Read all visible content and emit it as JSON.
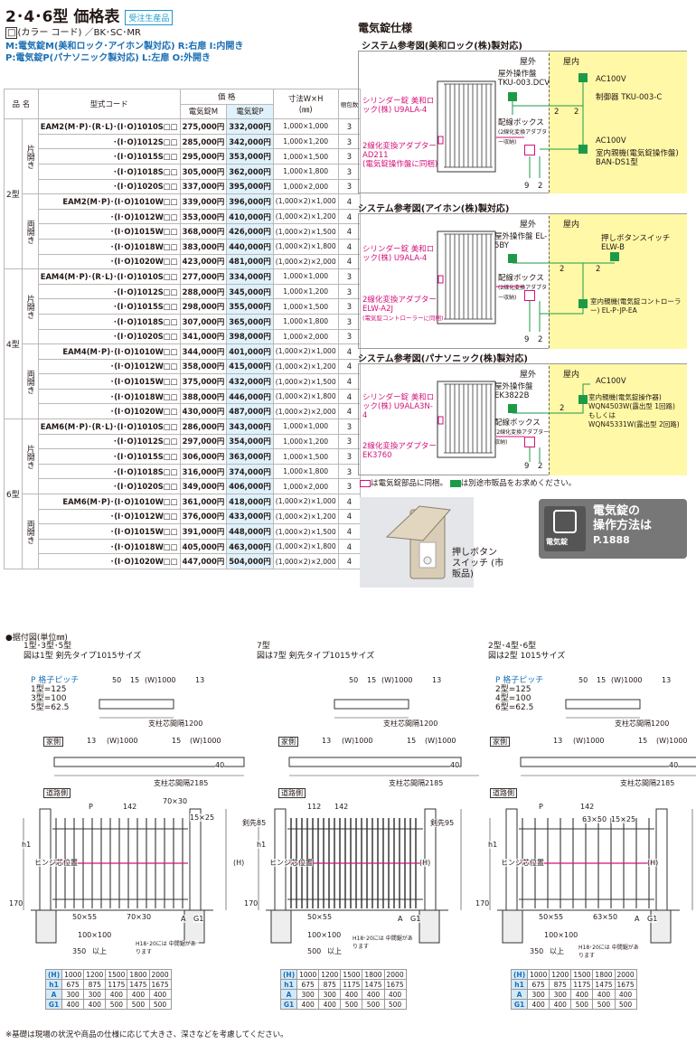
{
  "header": {
    "title": "2･4･6型 価格表",
    "badge": "受注生産品",
    "color_line": "(カラー コード) ／BK･SC･MR",
    "line_m": "M:電気錠M(美和ロック･アイホン製対応)",
    "line_r": "R:右扉",
    "line_i": "I:内開き",
    "line_p": "P:電気錠P(パナソニック製対応)",
    "line_l": "L:左扉",
    "line_o": "O:外開き"
  },
  "table": {
    "col_item": "品 名",
    "col_code": "型式コード",
    "col_price": "価 格",
    "col_price_m": "電気錠M",
    "col_price_p": "電気錠P",
    "col_size": "寸法W×H",
    "col_size_unit": "(㎜)",
    "col_qty": "梱包数",
    "groups": [
      {
        "type": "2型",
        "rows": [
          {
            "open": "片開き",
            "code": "EAM2(M･P)･(R･L)･(I･O)1010S□□",
            "pm": "275,000円",
            "pp": "332,000円",
            "size": "1,000×1,000",
            "qty": "3"
          },
          {
            "code": "･(I･O)1012S□□",
            "pm": "285,000円",
            "pp": "342,000円",
            "size": "1,000×1,200",
            "qty": "3"
          },
          {
            "code": "･(I･O)1015S□□",
            "pm": "295,000円",
            "pp": "353,000円",
            "size": "1,000×1,500",
            "qty": "3"
          },
          {
            "code": "･(I･O)1018S□□",
            "pm": "305,000円",
            "pp": "362,000円",
            "size": "1,000×1,800",
            "qty": "3"
          },
          {
            "code": "･(I･O)1020S□□",
            "pm": "337,000円",
            "pp": "395,000円",
            "size": "1,000×2,000",
            "qty": "3"
          },
          {
            "open": "両開き",
            "code": "EAM2(M･P)･(I･O)1010W□□",
            "pm": "339,000円",
            "pp": "396,000円",
            "size": "(1,000×2)×1,000",
            "qty": "4"
          },
          {
            "code": "･(I･O)1012W□□",
            "pm": "353,000円",
            "pp": "410,000円",
            "size": "(1,000×2)×1,200",
            "qty": "4"
          },
          {
            "code": "･(I･O)1015W□□",
            "pm": "368,000円",
            "pp": "426,000円",
            "size": "(1,000×2)×1,500",
            "qty": "4"
          },
          {
            "code": "･(I･O)1018W□□",
            "pm": "383,000円",
            "pp": "440,000円",
            "size": "(1,000×2)×1,800",
            "qty": "4"
          },
          {
            "code": "･(I･O)1020W□□",
            "pm": "423,000円",
            "pp": "481,000円",
            "size": "(1,000×2)×2,000",
            "qty": "4"
          }
        ]
      },
      {
        "type": "4型",
        "rows": [
          {
            "open": "片開き",
            "code": "EAM4(M･P)･(R･L)･(I･O)1010S□□",
            "pm": "277,000円",
            "pp": "334,000円",
            "size": "1,000×1,000",
            "qty": "3"
          },
          {
            "code": "･(I･O)1012S□□",
            "pm": "288,000円",
            "pp": "345,000円",
            "size": "1,000×1,200",
            "qty": "3"
          },
          {
            "code": "･(I･O)1015S□□",
            "pm": "298,000円",
            "pp": "355,000円",
            "size": "1,000×1,500",
            "qty": "3"
          },
          {
            "code": "･(I･O)1018S□□",
            "pm": "307,000円",
            "pp": "365,000円",
            "size": "1,000×1,800",
            "qty": "3"
          },
          {
            "code": "･(I･O)1020S□□",
            "pm": "341,000円",
            "pp": "398,000円",
            "size": "1,000×2,000",
            "qty": "3"
          },
          {
            "open": "両開き",
            "code": "EAM4(M･P)･(I･O)1010W□□",
            "pm": "344,000円",
            "pp": "401,000円",
            "size": "(1,000×2)×1,000",
            "qty": "4"
          },
          {
            "code": "･(I･O)1012W□□",
            "pm": "358,000円",
            "pp": "415,000円",
            "size": "(1,000×2)×1,200",
            "qty": "4"
          },
          {
            "code": "･(I･O)1015W□□",
            "pm": "375,000円",
            "pp": "432,000円",
            "size": "(1,000×2)×1,500",
            "qty": "4"
          },
          {
            "code": "･(I･O)1018W□□",
            "pm": "388,000円",
            "pp": "446,000円",
            "size": "(1,000×2)×1,800",
            "qty": "4"
          },
          {
            "code": "･(I･O)1020W□□",
            "pm": "430,000円",
            "pp": "487,000円",
            "size": "(1,000×2)×2,000",
            "qty": "4"
          }
        ]
      },
      {
        "type": "6型",
        "rows": [
          {
            "open": "片開き",
            "code": "EAM6(M･P)･(R･L)･(I･O)1010S□□",
            "pm": "286,000円",
            "pp": "343,000円",
            "size": "1,000×1,000",
            "qty": "3"
          },
          {
            "code": "･(I･O)1012S□□",
            "pm": "297,000円",
            "pp": "354,000円",
            "size": "1,000×1,200",
            "qty": "3"
          },
          {
            "code": "･(I･O)1015S□□",
            "pm": "306,000円",
            "pp": "363,000円",
            "size": "1,000×1,500",
            "qty": "3"
          },
          {
            "code": "･(I･O)1018S□□",
            "pm": "316,000円",
            "pp": "374,000円",
            "size": "1,000×1,800",
            "qty": "3"
          },
          {
            "code": "･(I･O)1020S□□",
            "pm": "349,000円",
            "pp": "406,000円",
            "size": "1,000×2,000",
            "qty": "3"
          },
          {
            "open": "両開き",
            "code": "EAM6(M･P)･(I･O)1010W□□",
            "pm": "361,000円",
            "pp": "418,000円",
            "size": "(1,000×2)×1,000",
            "qty": "4"
          },
          {
            "code": "･(I･O)1012W□□",
            "pm": "376,000円",
            "pp": "433,000円",
            "size": "(1,000×2)×1,200",
            "qty": "4"
          },
          {
            "code": "･(I･O)1015W□□",
            "pm": "391,000円",
            "pp": "448,000円",
            "size": "(1,000×2)×1,500",
            "qty": "4"
          },
          {
            "code": "･(I･O)1018W□□",
            "pm": "405,000円",
            "pp": "463,000円",
            "size": "(1,000×2)×1,800",
            "qty": "4"
          },
          {
            "code": "･(I･O)1020W□□",
            "pm": "447,000円",
            "pp": "504,000円",
            "size": "(1,000×2)×2,000",
            "qty": "4"
          }
        ]
      }
    ]
  },
  "spec": {
    "title": "電気錠仕様",
    "outside": "屋外",
    "inside": "屋内",
    "sys1": {
      "title": "システム参考図(美和ロック(株)製対応)",
      "cyl": "シリンダー錠 美和ロック(株) U9ALA-4",
      "panel": "屋外操作盤 TKU-003.DCV",
      "ac1": "AC100V",
      "ctrl": "制御器 TKU-003-C",
      "ac2": "AC100V",
      "indoor": "室内親機(電気錠操作盤) BAN-DS1型",
      "box": "配線ボックス",
      "box_note": "(2線化変換アダプター収納)",
      "adapter": "2線化変換アダプター AD211",
      "adapter_note": "(電気錠操作盤に同梱)",
      "n2a": "2",
      "n2b": "2",
      "n9": "9",
      "n2c": "2"
    },
    "sys2": {
      "title": "システム参考図(アイホン(株)製対応)",
      "panel": "屋外操作盤 EL-5BY",
      "push": "押しボタンスイッチ ELW-B",
      "cyl": "シリンダー錠 美和ロック(株) U9ALA-4",
      "box": "配線ボックス",
      "box_note": "(2線化変換アダプター収納)",
      "adapter": "2線化変換アダプター ELW-A2J",
      "adapter_note": "(電気錠コントローラーに同梱)",
      "indoor": "室内親機(電気錠コントローラー) EL-P･JP-EA",
      "n2a": "2",
      "n2b": "2",
      "n9": "9",
      "n2c": "2"
    },
    "sys3": {
      "title": "システム参考図(パナソニック(株)製対応)",
      "panel": "屋外操作盤 EK3822B",
      "ac": "AC100V",
      "cyl": "シリンダー錠 美和ロック(株) U9ALA3N-4",
      "indoor": "室内親機(電気錠操作器) WQN4503W(露出型 1回路)",
      "or": "もしくは",
      "indoor2": "WQN45331W(露出型 2回路)",
      "box": "配線ボックス",
      "box_note": "(2線化変換アダプター収納)",
      "adapter": "2線化変換アダプター EK3760",
      "n2": "2",
      "n9": "9",
      "n2c": "2"
    },
    "legend_pink": "は電気錠部品に同梱。",
    "legend_green": "は別途市販品をお求めください。",
    "push_caption": "押しボタン スイッチ (市販品)",
    "op_label": "電気錠",
    "op_title1": "電気錠の",
    "op_title2": "操作方法は",
    "op_page": "P.1888"
  },
  "dims": {
    "heading": "●据付図(単位㎜)",
    "d1": {
      "title": "1型･3型･5型",
      "sub": "図は1型 剣先タイプ1015サイズ",
      "pitch": "P 格子ピッチ",
      "p1": "1型=125",
      "p2": "3型=100",
      "p3": "5型=62.5"
    },
    "d2": {
      "title": "7型",
      "sub": "図は7型 剣先タイプ1015サイズ"
    },
    "d3": {
      "title": "2型･4型･6型",
      "sub": "図は2型 1015サイズ",
      "pitch": "P 格子ピッチ",
      "p1": "2型=125",
      "p2": "4型=100",
      "p3": "6型=62.5"
    },
    "w_top": "(W)1000",
    "d50": "50",
    "d15": "15",
    "d13": "13",
    "pillar1200": "支柱芯間隔1200",
    "house": "家側",
    "road": "道路側",
    "w13": "13",
    "w1000": "(W)1000",
    "w15": "15",
    "w1000b": "(W)1000",
    "pillar2185": "支柱芯間隔2185",
    "d40": "40",
    "t_p": "P",
    "t_142": "142",
    "t_70x30": "70×30",
    "t_15x25": "15×25",
    "t_kensaki": "剣先85",
    "t_h1": "h1",
    "t_hinge": "ヒンジ芯位置",
    "t_H": "(H)",
    "t_170": "170",
    "t_50x55": "50×55",
    "t_70x30b": "70×30",
    "t_100x100": "100×100",
    "t_350": "350",
    "t_ijou": "以上",
    "t_H18": "H18･20には 中間鋸があります",
    "t_A": "A",
    "t_G1": "G1",
    "t_112": "112",
    "t_142b": "142",
    "t_kensaki95": "剣先95",
    "t_500": "500",
    "t_63x50": "63×50",
    "t_63x50b": "63×50",
    "t_15x25b": "15×25",
    "table_rows": [
      [
        "(H)",
        "1000",
        "1200",
        "1500",
        "1800",
        "2000"
      ],
      [
        "h1",
        "675",
        "875",
        "1175",
        "1475",
        "1675"
      ],
      [
        "A",
        "300",
        "300",
        "400",
        "400",
        "400"
      ],
      [
        "G1",
        "400",
        "400",
        "500",
        "500",
        "500"
      ]
    ],
    "footnote": "※基礎は現場の状況や商品の仕様に応じて大きさ、深さなどを考慮してください。"
  }
}
